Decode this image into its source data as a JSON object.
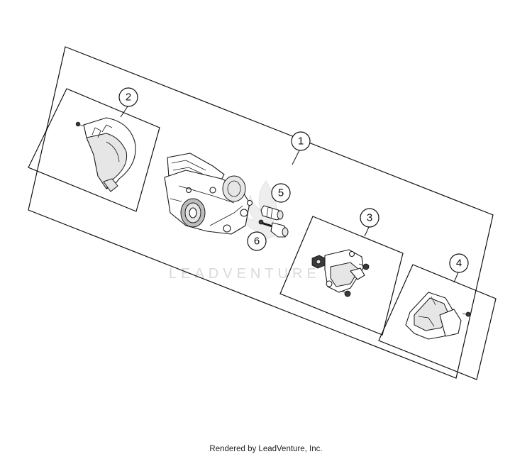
{
  "callouts": {
    "c1": "1",
    "c2": "2",
    "c3": "3",
    "c4": "4",
    "c5": "5",
    "c6": "6"
  },
  "watermark": "LEADVENTURE",
  "footer": "Rendered by LeadVenture, Inc."
}
